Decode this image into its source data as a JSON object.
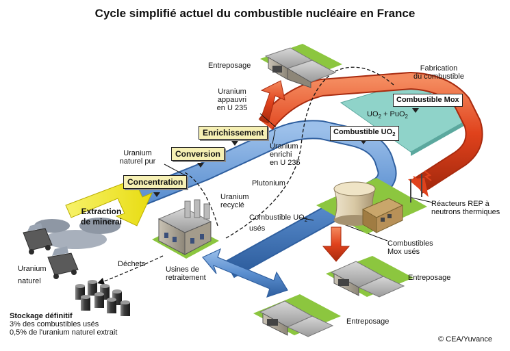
{
  "title": "Cycle simplifié actuel du combustible nucléaire en France",
  "steps": {
    "extraction_line1": "Extraction",
    "extraction_line2": "de minerai",
    "concentration": "Concentration",
    "conversion": "Conversion",
    "enrichissement": "Enrichissement",
    "combustible_uo2": "Combustible UO",
    "combustible_uo2_sub": "2",
    "combustible_mox": "Combustible Mox"
  },
  "labels": {
    "entreposage_top": "Entreposage",
    "entreposage_right": "Entreposage",
    "entreposage_bottom": "Entreposage",
    "uranium_appauvri_1": "Uranium",
    "uranium_appauvri_2": "appauvri",
    "uranium_appauvri_3": "en U 235",
    "fabrication_1": "Fabrication",
    "fabrication_2": "du combustible",
    "uo2_puo2_a": "UO",
    "uo2_puo2_sub1": "2",
    "uo2_puo2_b": " + PuO",
    "uo2_puo2_sub2": "2",
    "uranium_naturel_pur_1": "Uranium",
    "uranium_naturel_pur_2": "naturel pur",
    "uranium_enrichi_1": "Uranium",
    "uranium_enrichi_2": "enrichi",
    "uranium_enrichi_3": "en U 235",
    "plutonium": "Plutonium",
    "uranium_recycle_1": "Uranium",
    "uranium_recycle_2": "recyclé",
    "combustible_uo2_uses_a": "Combustible UO",
    "combustible_uo2_uses_sub": "2",
    "combustible_uo2_uses_b": "usés",
    "reacteurs_1": "Réacteurs REP à",
    "reacteurs_2": "neutrons thermiques",
    "combustibles_mox_1": "Combustibles",
    "combustibles_mox_2": "Mox usés",
    "uranium_naturel_1": "Uranium",
    "uranium_naturel_2": "naturel",
    "dechets": "Déchets",
    "usines_1": "Usines de",
    "usines_2": "retraitement",
    "stockage_title": "Stockage définitif",
    "stockage_line1": "3% des combustibles usés",
    "stockage_line2": "0,5% de l'uranium naturel extrait",
    "credit": "© CEA/Yuvance"
  },
  "colors": {
    "blue_flow": "#5b8fd0",
    "red_flow": "#e0421c",
    "yellow_arrow": "#f2ea1e",
    "green_pad": "#8cc63f",
    "teal_platform": "#8fd3c9",
    "label_box": "#f6f0b4"
  }
}
